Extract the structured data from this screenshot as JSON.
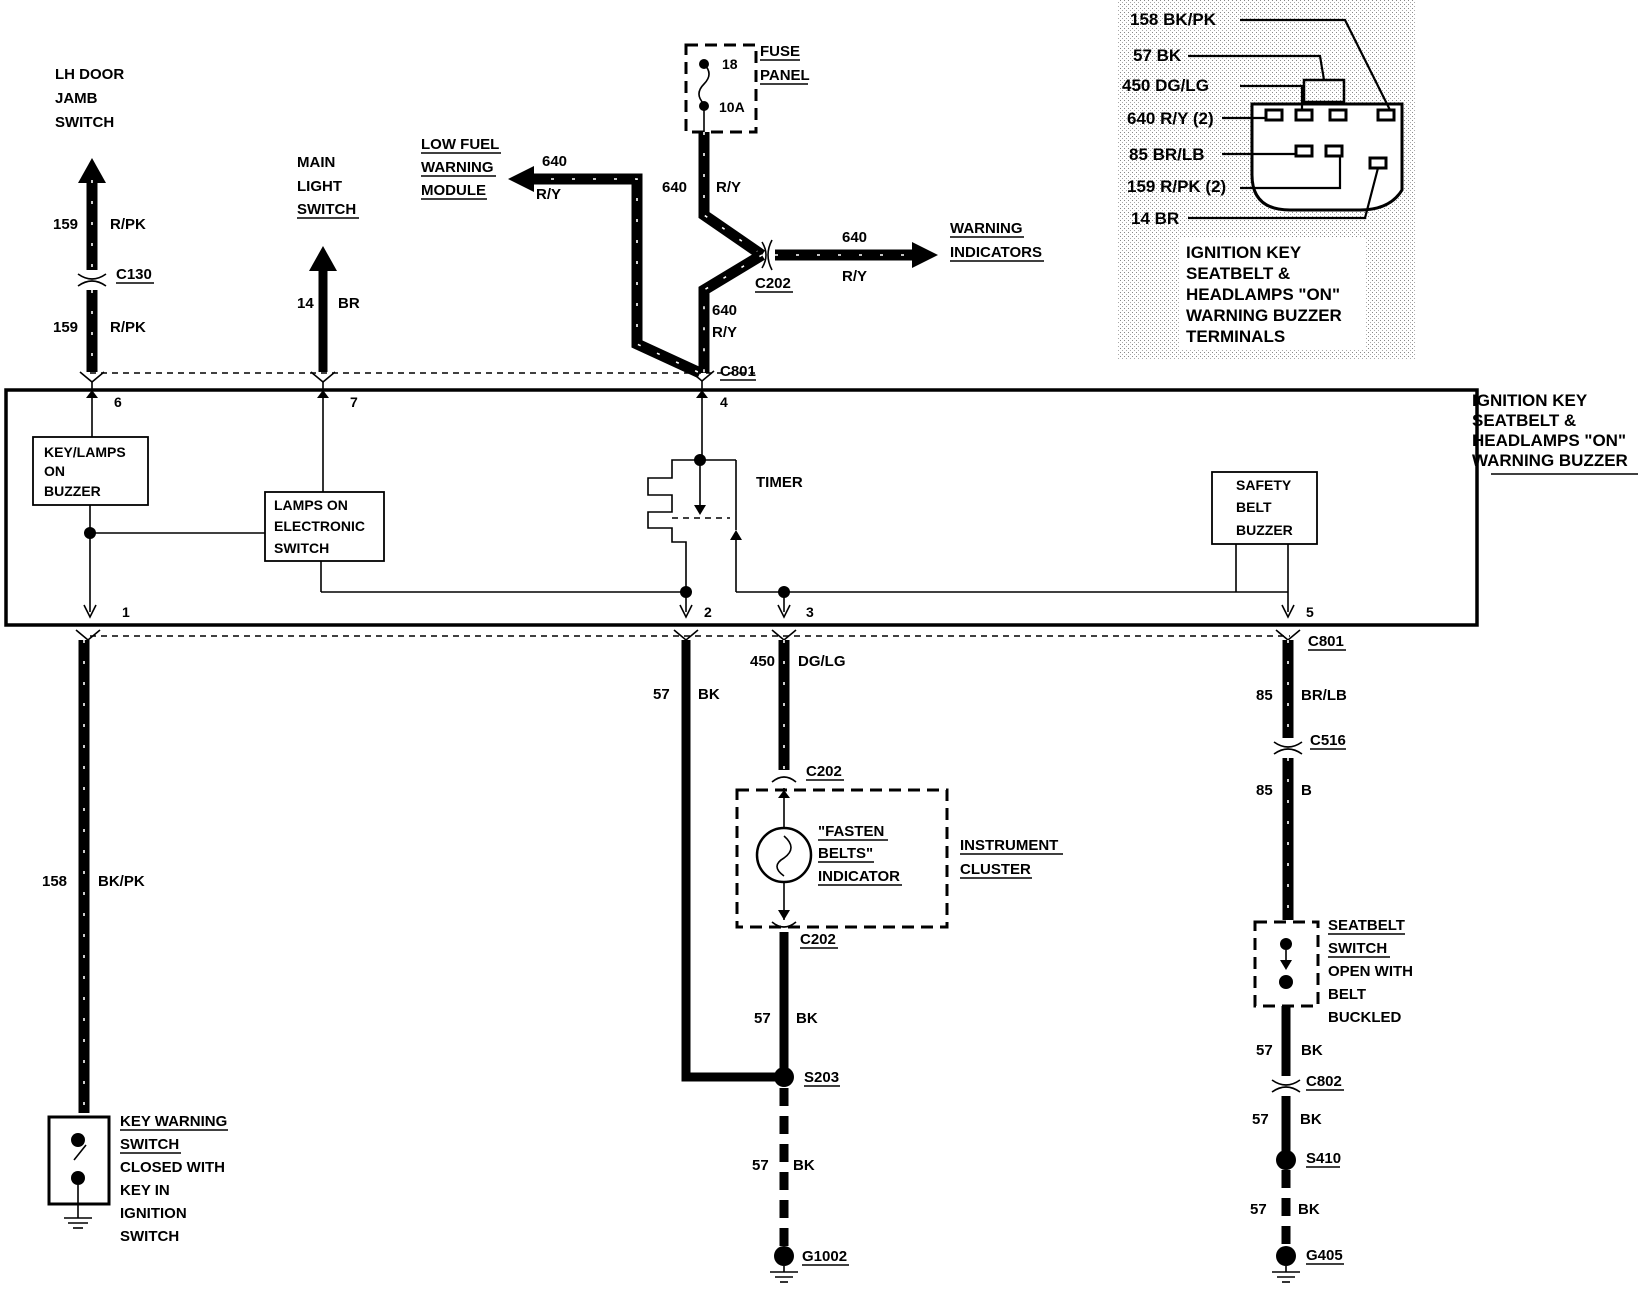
{
  "module": {
    "title_lines": [
      "IGNITION KEY",
      "SEATBELT &",
      "HEADLAMPS \"ON\"",
      "WARNING BUZZER"
    ],
    "pins": [
      "1",
      "2",
      "3",
      "4",
      "5",
      "6",
      "7"
    ]
  },
  "components": {
    "lh_door_jamb_switch": [
      "LH DOOR",
      "JAMB",
      "SWITCH"
    ],
    "main_light_switch": [
      "MAIN",
      "LIGHT",
      "SWITCH"
    ],
    "low_fuel_warning_module": [
      "LOW FUEL",
      "WARNING",
      "MODULE"
    ],
    "fuse_panel": [
      "FUSE",
      "PANEL"
    ],
    "fuse_number": "18",
    "fuse_rating": "10A",
    "warning_indicators": [
      "WARNING",
      "INDICATORS"
    ],
    "key_lamps_on_buzzer": [
      "KEY/LAMPS",
      "ON",
      "BUZZER"
    ],
    "lamps_on_electronic_switch": [
      "LAMPS ON",
      "ELECTRONIC",
      "SWITCH"
    ],
    "timer": "TIMER",
    "safety_belt_buzzer": [
      "SAFETY",
      "BELT",
      "BUZZER"
    ],
    "fasten_belts_indicator": [
      "\"FASTEN",
      "BELTS\"",
      "INDICATOR"
    ],
    "instrument_cluster": [
      "INSTRUMENT",
      "CLUSTER"
    ],
    "seatbelt_switch": [
      "SEATBELT",
      "SWITCH",
      "OPEN WITH",
      "BELT",
      "BUCKLED"
    ],
    "key_warning_switch": [
      "KEY WARNING",
      "SWITCH",
      "CLOSED WITH",
      "KEY IN",
      "IGNITION",
      "SWITCH"
    ]
  },
  "connectors": {
    "c130": "C130",
    "c202_a": "C202",
    "c202_b": "C202",
    "c202_c": "C202",
    "c801_top": "C801",
    "c801_bottom": "C801",
    "c516": "C516",
    "c802": "C802",
    "s203": "S203",
    "s410": "S410",
    "g1002": "G1002",
    "g405": "G405"
  },
  "wires": {
    "w159_top": {
      "circuit": "159",
      "color": "R/PK"
    },
    "w159_bot": {
      "circuit": "159",
      "color": "R/PK"
    },
    "w14": {
      "circuit": "14",
      "color": "BR"
    },
    "w640_lowfuel": {
      "circuit": "640",
      "color": "R/Y"
    },
    "w640_fuse": {
      "circuit": "640",
      "color": "R/Y"
    },
    "w640_warn": {
      "circuit": "640",
      "color": "R/Y"
    },
    "w640_c801": {
      "circuit": "640",
      "color": "R/Y"
    },
    "w158": {
      "circuit": "158",
      "color": "BK/PK"
    },
    "w57_pin2": {
      "circuit": "57",
      "color": "BK"
    },
    "w450": {
      "circuit": "450",
      "color": "DG/LG"
    },
    "w57_cluster": {
      "circuit": "57",
      "color": "BK"
    },
    "w57_g1002": {
      "circuit": "57",
      "color": "BK"
    },
    "w85_a": {
      "circuit": "85",
      "color": "BR/LB"
    },
    "w85_b": {
      "circuit": "85",
      "color": "B"
    },
    "w57_sw": {
      "circuit": "57",
      "color": "BK"
    },
    "w57_c802": {
      "circuit": "57",
      "color": "BK"
    },
    "w57_g405": {
      "circuit": "57",
      "color": "BK"
    }
  },
  "terminal_inset": {
    "labels": [
      "158 BK/PK",
      "57 BK",
      "450 DG/LG",
      "640 R/Y (2)",
      "85 BR/LB",
      "159 R/PK (2)",
      "14 BR"
    ],
    "title_lines": [
      "IGNITION KEY",
      "SEATBELT &",
      "HEADLAMPS \"ON\"",
      "WARNING BUZZER",
      "TERMINALS"
    ]
  }
}
